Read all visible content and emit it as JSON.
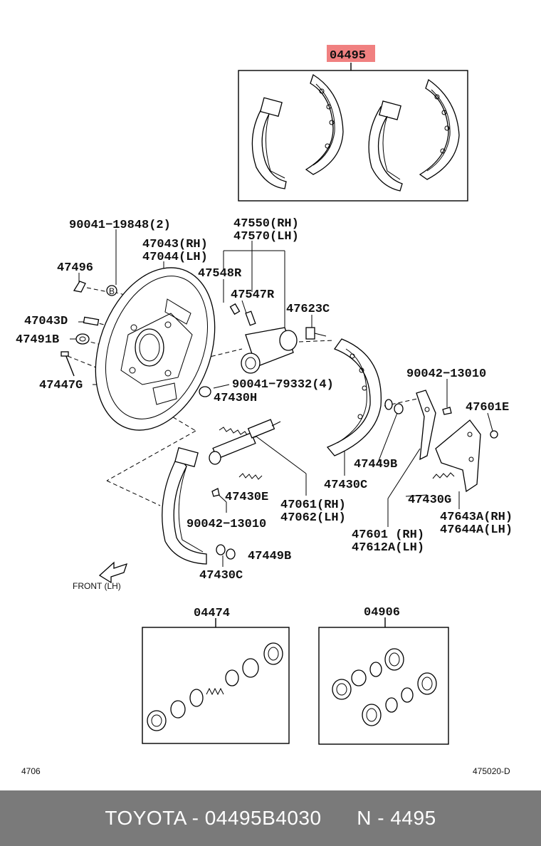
{
  "kit_label": "04495",
  "labels": {
    "p90041_19848": "90041−19848(2)",
    "p47043": "47043(RH)",
    "p47044": "47044(LH)",
    "p47496": "47496",
    "p47550": "47550(RH)",
    "p47570": "47570(LH)",
    "p47548r": "47548R",
    "p47547r": "47547R",
    "p47623c": "47623C",
    "p47043d": "47043D",
    "p47491b": "47491B",
    "p47447g": "47447G",
    "p90041_79332": "90041−79332(4)",
    "p47430h": "47430H",
    "p90042_13010_a": "90042−13010",
    "p47601e": "47601E",
    "p47449b_a": "47449B",
    "p47430c_a": "47430C",
    "p47430g": "47430G",
    "p47643a": "47643A(RH)",
    "p47644a": "47644A(LH)",
    "p47430e": "47430E",
    "p47061": "47061(RH)",
    "p47062": "47062(LH)",
    "p47601": "47601 (RH)",
    "p47612a": "47612A(LH)",
    "p90042_13010_b": "90042−13010",
    "p47449b_b": "47449B",
    "p47430c_b": "47430C",
    "front": "FRONT (LH)",
    "bolt_b": "B",
    "kit_04474": "04474",
    "kit_04906": "04906"
  },
  "corner": {
    "left": "4706",
    "right": "475020-D"
  },
  "footer": {
    "brand": "TOYOTA",
    "sep1": " - ",
    "part_number": "04495B4030",
    "gap": "      ",
    "code": "N - 4495"
  },
  "colors": {
    "highlight": "#f08080",
    "footer_bg": "#7a7a7a",
    "footer_text": "#ffffff"
  }
}
